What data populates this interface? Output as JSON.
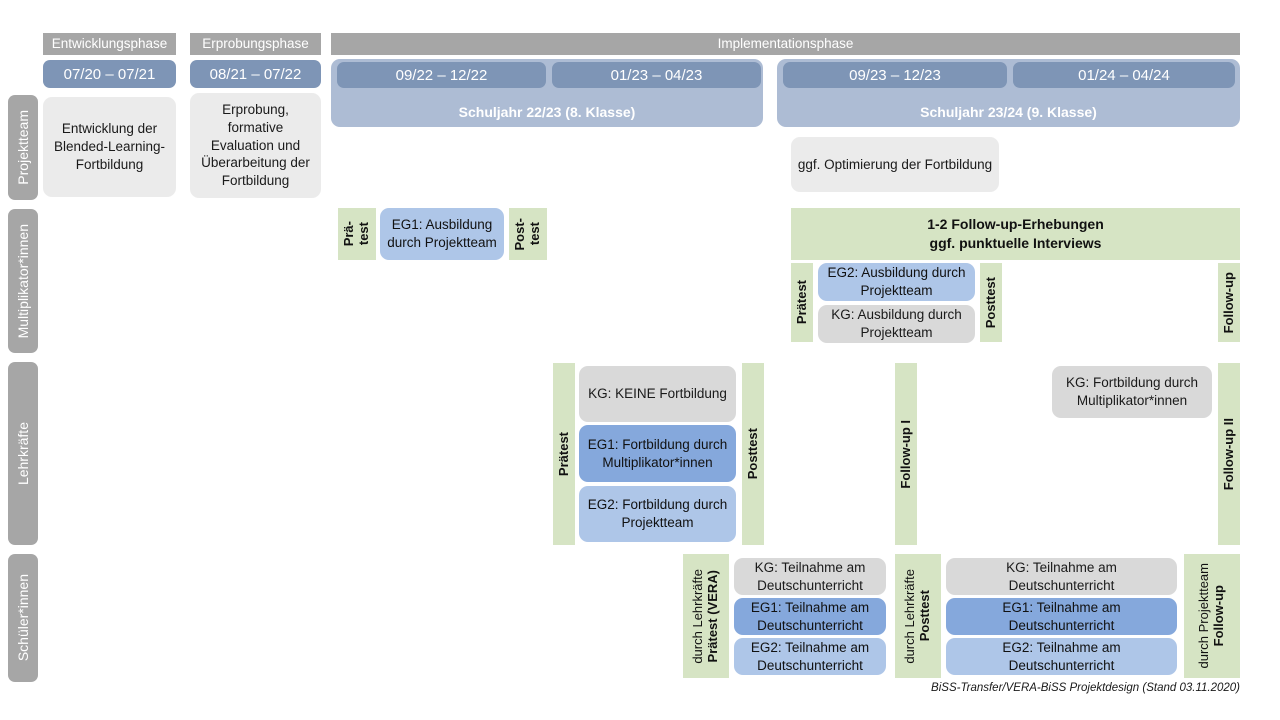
{
  "diagram": {
    "footer": "BiSS-Transfer/VERA-BiSS Projektdesign (Stand 03.11.2020)",
    "colors": {
      "phase_header": "#a6a6a6",
      "date_pill": "#7e95b6",
      "year_panel": "#adbcd4",
      "row_label": "#a6a6a6",
      "card_grey_light": "#ebebeb",
      "card_grey": "#d9d9d9",
      "card_blue_mid": "#85a8dc",
      "card_blue_light": "#aec6e8",
      "measurement_green": "#d6e4c4"
    }
  },
  "phases": [
    {
      "label": "Entwicklungsphase"
    },
    {
      "label": "Erprobungsphase"
    },
    {
      "label": "Implementationsphase"
    }
  ],
  "periods": [
    {
      "label": "07/20 – 07/21"
    },
    {
      "label": "08/21 – 07/22"
    },
    {
      "label": "09/22 – 12/22"
    },
    {
      "label": "01/23 – 04/23"
    },
    {
      "label": "09/23 – 12/23"
    },
    {
      "label": "01/24 – 04/24"
    }
  ],
  "school_years": [
    {
      "label": "Schuljahr 22/23 (8. Klasse)"
    },
    {
      "label": "Schuljahr 23/24 (9. Klasse)"
    }
  ],
  "rows": [
    {
      "label": "Projektteam"
    },
    {
      "label": "Multiplikator*innen"
    },
    {
      "label": "Lehrkräfte"
    },
    {
      "label": "Schüler*innen"
    }
  ],
  "projektteam": {
    "cards": [
      {
        "text": "Entwicklung der Blended-Learning-Fortbildung"
      },
      {
        "text": "Erprobung, formative Evaluation und Überarbeitung der Fortbildung"
      },
      {
        "text": "ggf. Optimierung der Fortbildung"
      }
    ]
  },
  "multiplikatoren": {
    "banner": {
      "line1": "1-2 Follow-up-Erhebungen",
      "line2": "ggf. punktuelle Interviews"
    },
    "measurements": [
      {
        "main": "Prä-",
        "second": "test"
      },
      {
        "main": "Post-",
        "second": "test"
      },
      {
        "main": "Prätest",
        "second": ""
      },
      {
        "main": "Posttest",
        "second": ""
      },
      {
        "main": "Follow-up",
        "second": ""
      }
    ],
    "cards": [
      {
        "text": "EG1: Ausbildung durch Projektteam"
      },
      {
        "text": "EG2: Ausbildung durch Projektteam"
      },
      {
        "text": "KG: Ausbildung durch Projektteam"
      }
    ]
  },
  "lehrkraefte": {
    "measurements": [
      {
        "main": "Prätest",
        "second": ""
      },
      {
        "main": "Posttest",
        "second": ""
      },
      {
        "main": "Follow-up I",
        "second": ""
      },
      {
        "main": "Follow-up II",
        "second": ""
      }
    ],
    "cards": [
      {
        "text": "KG:  KEINE Fortbildung"
      },
      {
        "text": "EG1: Fortbildung durch Multiplikator*innen"
      },
      {
        "text": "EG2: Fortbildung durch Projektteam"
      },
      {
        "text": "KG: Fortbildung durch Multiplikator*innen"
      }
    ]
  },
  "schueler": {
    "measurements": [
      {
        "main": "Prätest (VERA)",
        "second": "durch Lehrkräfte"
      },
      {
        "main": "Posttest",
        "second": "durch Lehrkräfte"
      },
      {
        "main": "Follow-up",
        "second": "durch Projektteam"
      }
    ],
    "cards_left": [
      {
        "text": "KG: Teilnahme am Deutschunterricht"
      },
      {
        "text": "EG1: Teilnahme am Deutschunterricht"
      },
      {
        "text": "EG2: Teilnahme am Deutschunterricht"
      }
    ],
    "cards_right": [
      {
        "text": "KG: Teilnahme am Deutschunterricht"
      },
      {
        "text": "EG1: Teilnahme am Deutschunterricht"
      },
      {
        "text": "EG2: Teilnahme am Deutschunterricht"
      }
    ]
  }
}
